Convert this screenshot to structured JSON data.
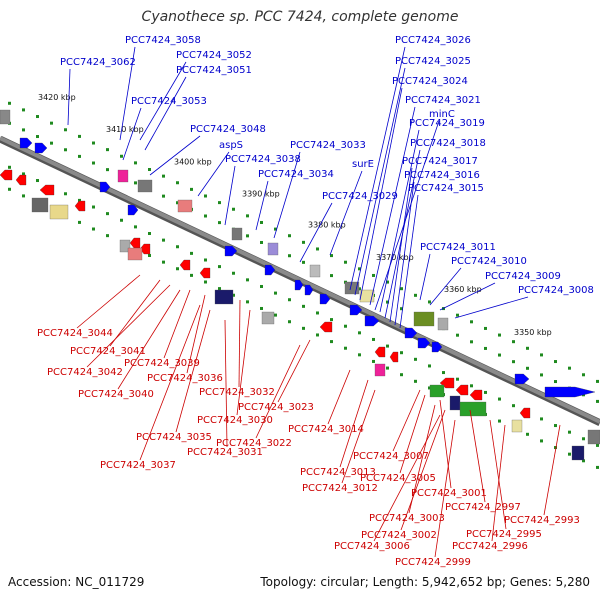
{
  "title": "Cyanothece sp. PCC 7424, complete genome",
  "footer": {
    "accession": "Accession: NC_011729",
    "topology": "Topology: circular; Length: 5,942,652 bp; Genes: 5,280"
  },
  "colors": {
    "backbone": "#8a8a8a",
    "forward_label": "#0000cc",
    "reverse_label": "#cc0000",
    "forward_gene": "#0000ff",
    "reverse_gene": "#ff0000",
    "tick": "#1f8a1f"
  },
  "kbp_labels": [
    "3420 kbp",
    "3410 kbp",
    "3400 kbp",
    "3390 kbp",
    "3380 kbp",
    "3370 kbp",
    "3360 kbp",
    "3350 kbp"
  ],
  "forward_genes": [
    "PCC7424_3058",
    "PCC7424_3062",
    "PCC7424_3052",
    "PCC7424_3051",
    "PCC7424_3053",
    "PCC7424_3048",
    "aspS",
    "PCC7424_3038",
    "PCC7424_3034",
    "PCC7424_3033",
    "PCC7424_3029",
    "surE",
    "PCC7424_3026",
    "PCC7424_3025",
    "PCC7424_3024",
    "PCC7424_3021",
    "minC",
    "PCC7424_3019",
    "PCC7424_3018",
    "PCC7424_3017",
    "PCC7424_3016",
    "PCC7424_3015",
    "PCC7424_3011",
    "PCC7424_3010",
    "PCC7424_3009",
    "PCC7424_3008"
  ],
  "reverse_genes": [
    "PCC7424_3044",
    "PCC7424_3041",
    "PCC7424_3042",
    "PCC7424_3039",
    "PCC7424_3036",
    "PCC7424_3040",
    "PCC7424_3032",
    "PCC7424_3030",
    "PCC7424_3023",
    "PCC7424_3035",
    "PCC7424_3022",
    "PCC7424_3031",
    "PCC7424_3037",
    "PCC7424_3014",
    "PCC7424_3013",
    "PCC7424_3012",
    "PCC7424_3007",
    "PCC7424_3005",
    "PCC7424_3001",
    "PCC7424_3003",
    "PCC7424_2997",
    "PCC7424_3002",
    "PCC7424_2995",
    "PCC7424_3006",
    "PCC7424_2996",
    "PCC7424_2999",
    "PCC7424_2993"
  ]
}
